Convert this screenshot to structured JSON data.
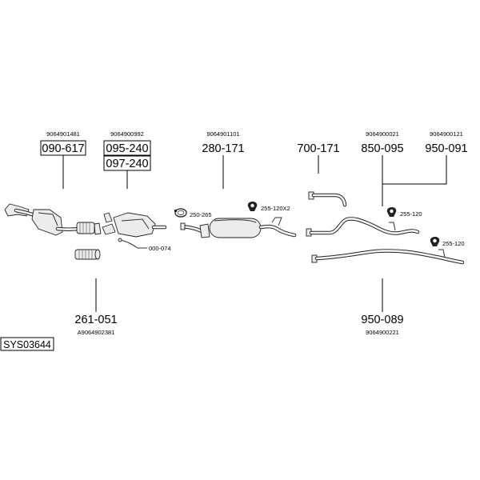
{
  "diagram_code": "SYS03644",
  "parts": [
    {
      "number": "090-617",
      "oem": "9064901481",
      "boxed": true
    },
    {
      "number": "095-240",
      "oem": "9064900992",
      "boxed": true
    },
    {
      "number": "097-240",
      "boxed": true
    },
    {
      "number": "280-171",
      "oem": "9064901101",
      "boxed": false
    },
    {
      "number": "700-171",
      "boxed": false
    },
    {
      "number": "850-095",
      "oem": "9064900021",
      "boxed": false
    },
    {
      "number": "950-091",
      "oem": "9064900121",
      "boxed": false
    },
    {
      "number": "261-051",
      "oem": "A9064902381",
      "boxed": false
    },
    {
      "number": "950-089",
      "oem": "9064900221",
      "boxed": false
    }
  ],
  "accessories": [
    {
      "label": "250-265",
      "icon": "clamp-ring-icon"
    },
    {
      "label": "255-120X2",
      "icon": "rubber-hanger-icon"
    },
    {
      "label": "255-120",
      "icon": "rubber-hanger-icon"
    },
    {
      "label": "255-120",
      "icon": "rubber-hanger-icon"
    },
    {
      "label": "000-074",
      "icon": "sensor-lead-icon"
    }
  ]
}
